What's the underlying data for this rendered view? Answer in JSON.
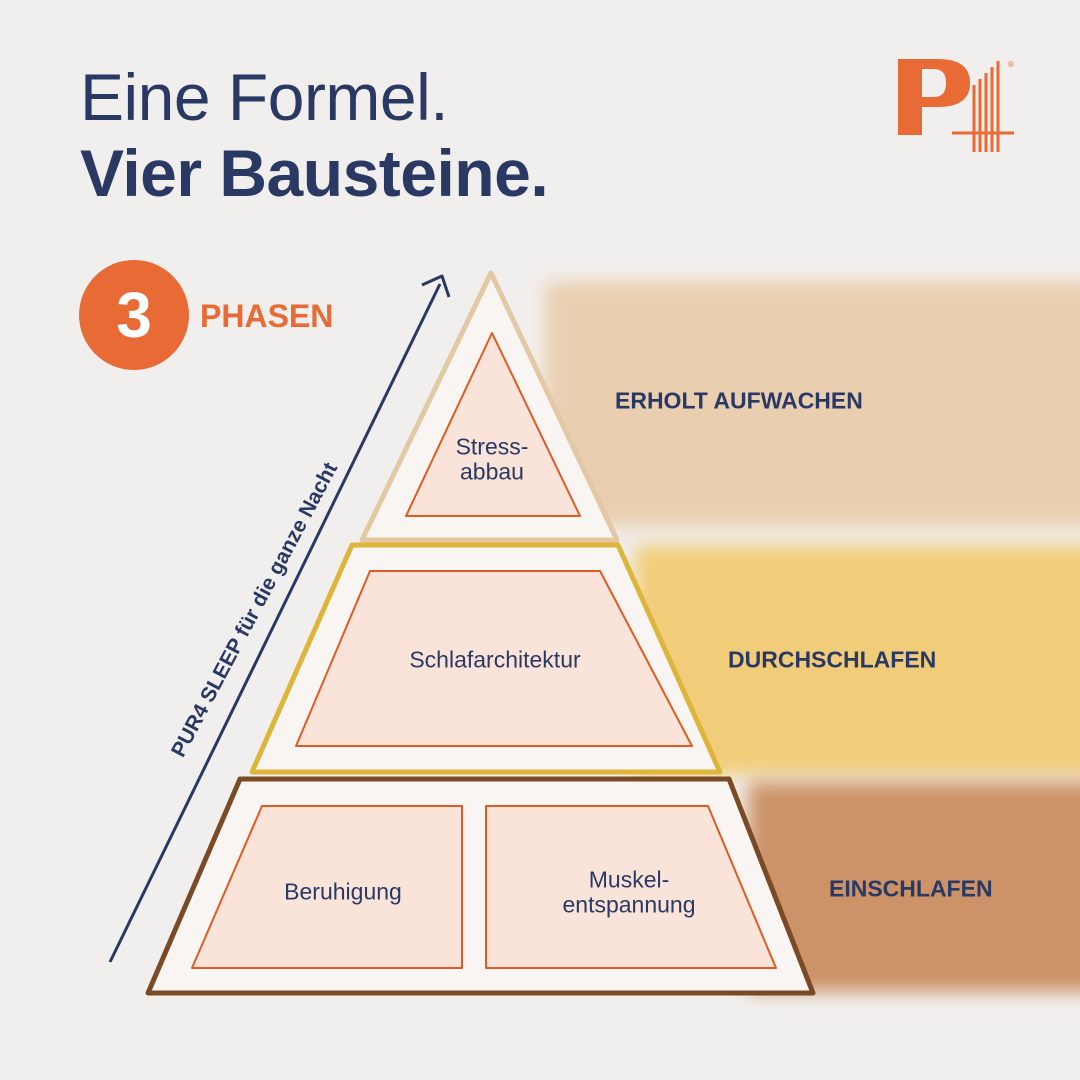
{
  "title": {
    "line1": "Eine Formel.",
    "line2": "Vier Bausteine."
  },
  "phases_badge": {
    "number": "3",
    "label": "PHASEN"
  },
  "axis_label": "PUR4 SLEEP für die ganze Nacht",
  "phases": [
    {
      "name": "ERHOLT AUFWACHEN",
      "color": "#e8c9a6"
    },
    {
      "name": "DURCHSCHLAFEN",
      "color": "#f2c866"
    },
    {
      "name": "EINSCHLAFEN",
      "color": "#c8895a"
    }
  ],
  "blocks": {
    "top": "Stress-\nabbau",
    "middle": "Schlafarchitektur",
    "bottom_left": "Beruhigung",
    "bottom_right": "Muskel-\nentspannung"
  },
  "logo": {
    "text": "P4",
    "registered": "®"
  },
  "colors": {
    "navy": "#2a3963",
    "orange": "#e86a35",
    "tier_top_border": "#e2c8a4",
    "tier_middle_border": "#ddb53a",
    "tier_bottom_border": "#7a4a25",
    "block_fill": "#fae4da",
    "block_border": "#de5c24"
  }
}
